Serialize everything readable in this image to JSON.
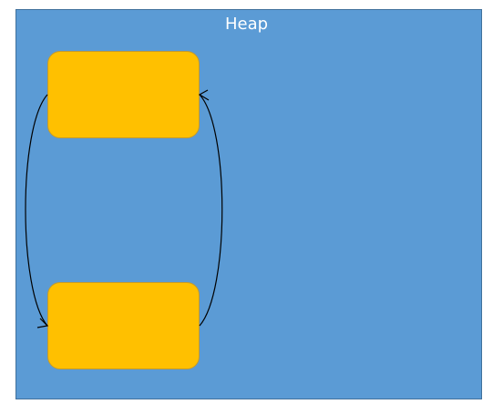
{
  "heap": {
    "title": "Heap",
    "fill_color": "#5b9bd5",
    "title_color": "#ffffff"
  },
  "objects": {
    "fill_color": "#ffc000",
    "count": 2
  },
  "references": {
    "stroke_color": "#000000",
    "count": 2
  }
}
